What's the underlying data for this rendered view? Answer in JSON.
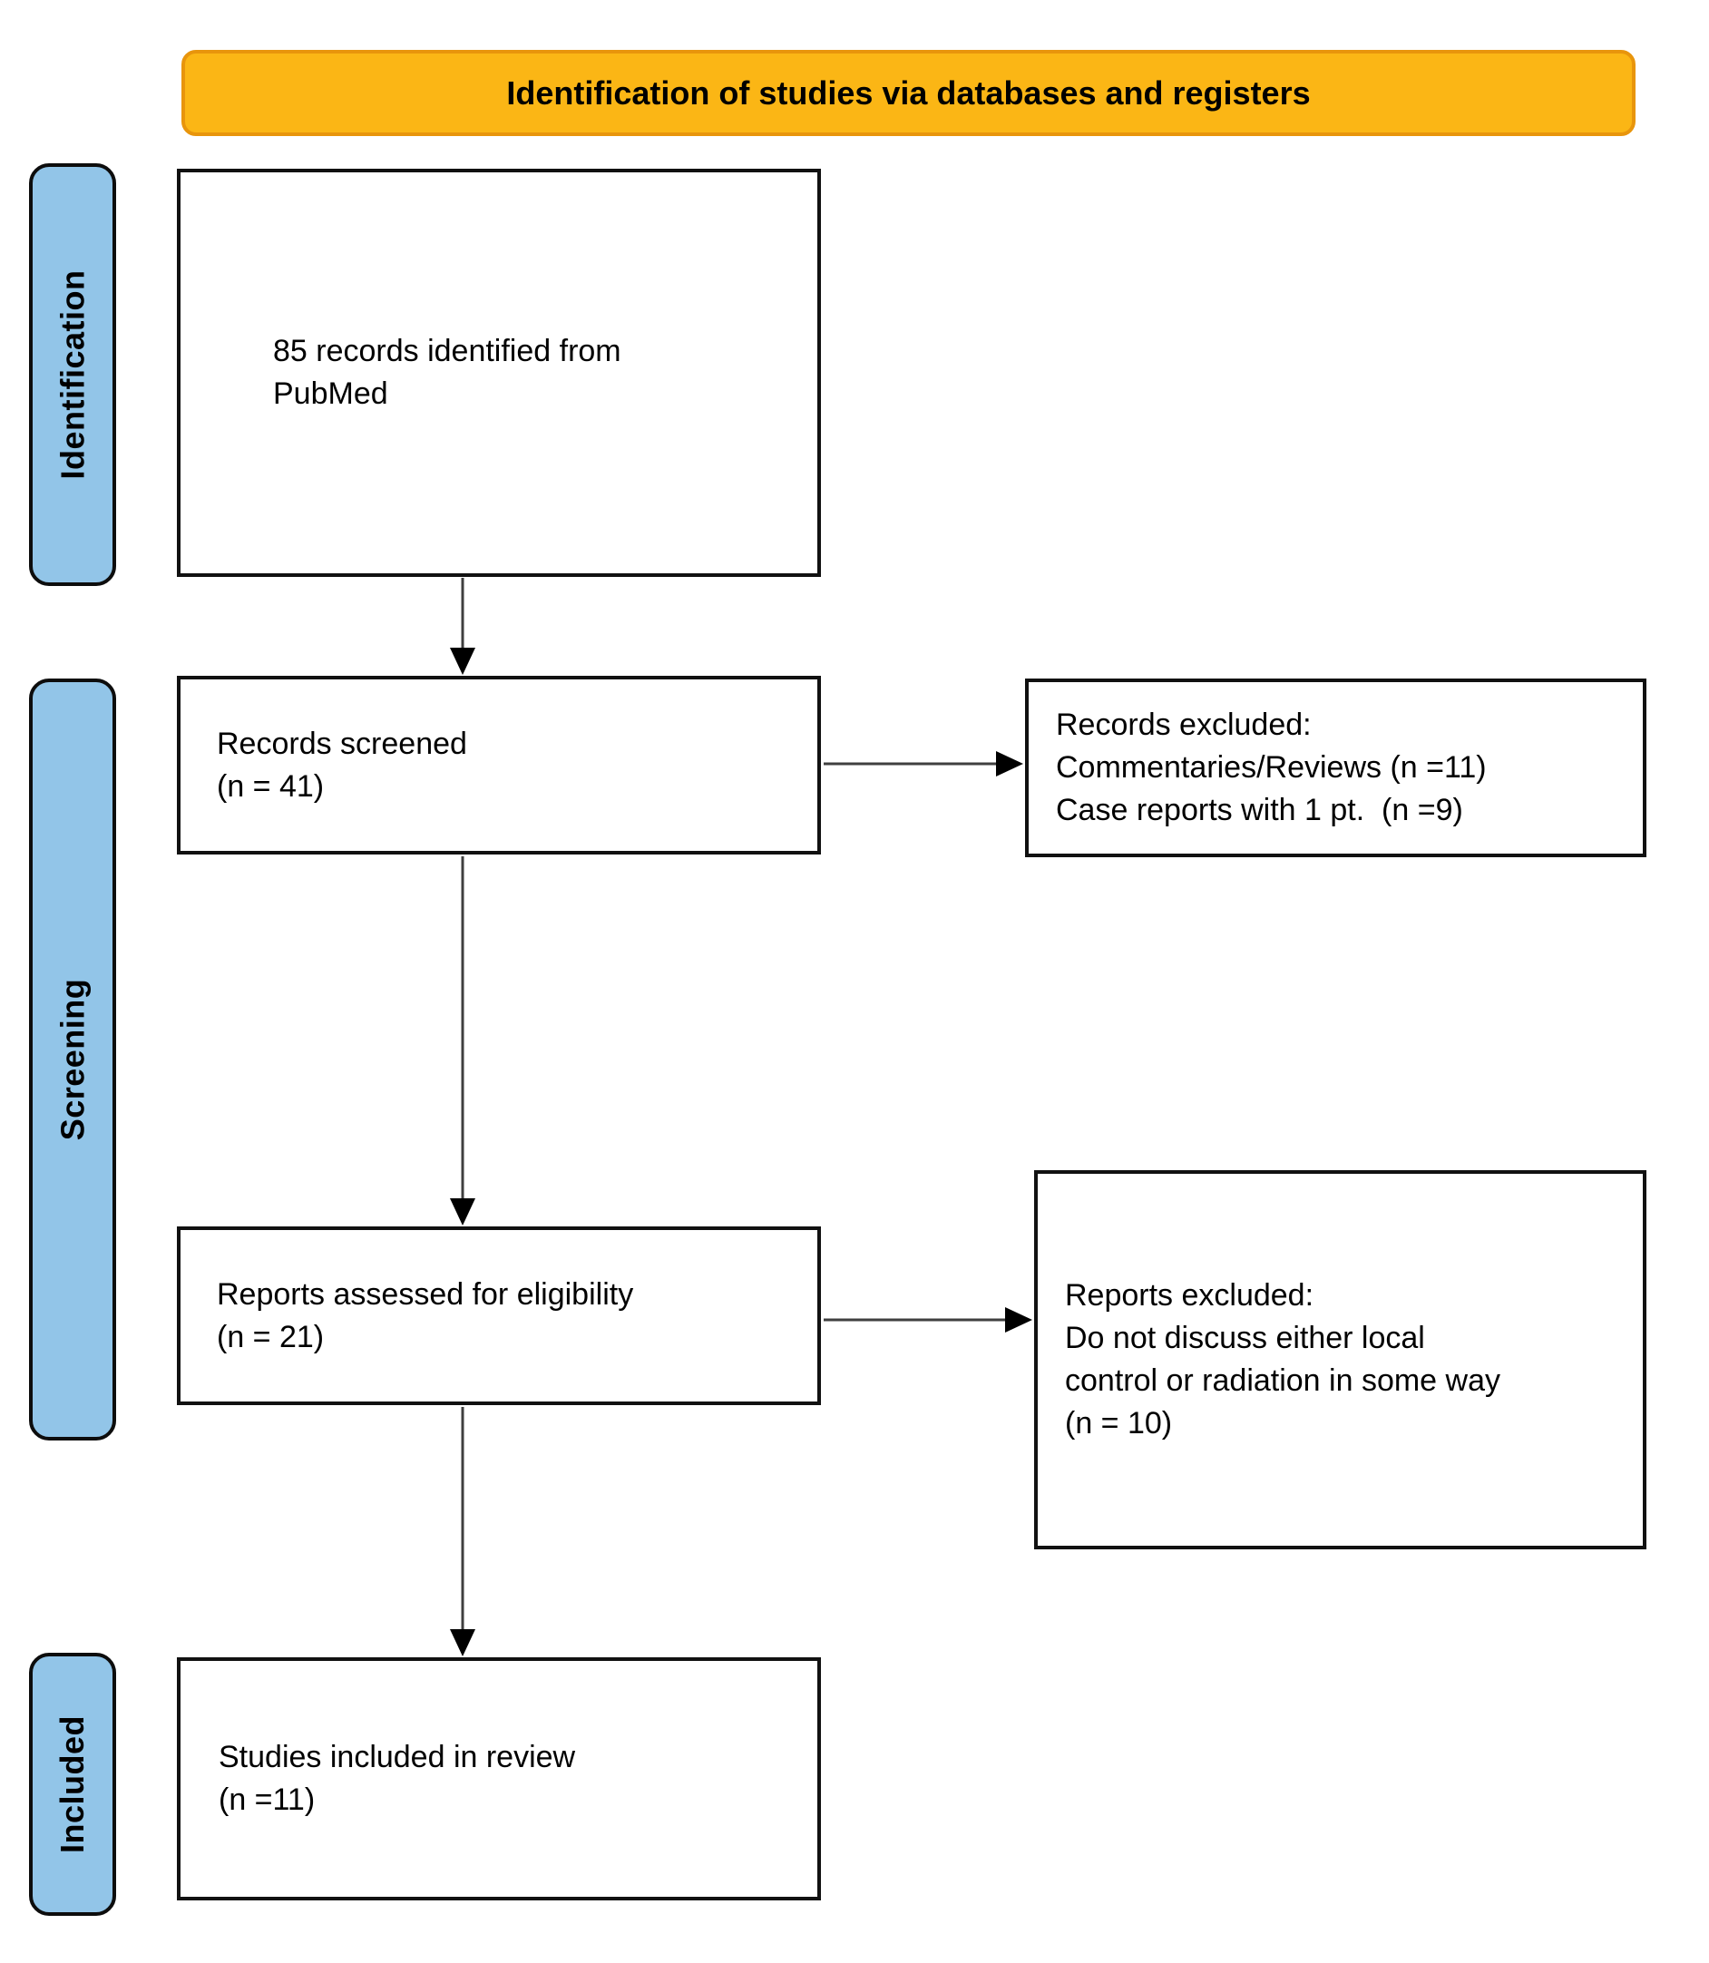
{
  "header": {
    "title": "Identification of studies via databases and registers"
  },
  "sidebar": [
    {
      "label": "Identification"
    },
    {
      "label": "Screening"
    },
    {
      "label": "Included"
    }
  ],
  "flow": {
    "identified": {
      "lines": [
        "85 records identified from",
        "PubMed"
      ]
    },
    "screened": {
      "lines": [
        "Records screened",
        "(n = 41)"
      ]
    },
    "assessed": {
      "lines": [
        "Reports assessed for eligibility",
        "(n = 21)"
      ]
    },
    "included": {
      "lines": [
        "Studies included in review",
        "(n =11)"
      ]
    }
  },
  "exclusions": {
    "records_excluded": {
      "lines": [
        "Records excluded:",
        "Commentaries/Reviews (n =11)",
        "Case reports with 1 pt.  (n =9)"
      ]
    },
    "reports_excluded": {
      "lines": [
        "Reports excluded:",
        "Do not discuss either local",
        "control or radiation in some way",
        "(n = 10)"
      ]
    }
  },
  "colors": {
    "banner_fill": "#FBB615",
    "banner_border": "#E8950C",
    "stage_fill": "#92C5E8",
    "box_border": "#111111",
    "arrow": "#3f3f3f"
  }
}
